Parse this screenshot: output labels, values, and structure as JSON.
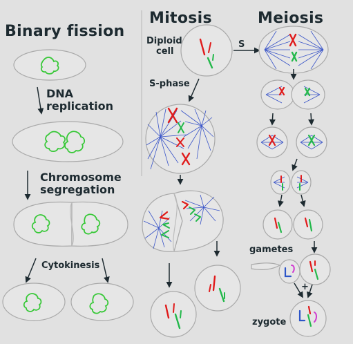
{
  "sections": {
    "binary_fission": "Binary fission",
    "mitosis": "Mitosis",
    "meiosis": "Meiosis"
  },
  "binary_fission_steps": {
    "dna_replication_1": "DNA",
    "dna_replication_2": "replication",
    "chromosome_segregation_1": "Chromosome",
    "chromosome_segregation_2": "segregation",
    "cytokinesis": "Cytokinesis"
  },
  "mitosis_labels": {
    "diploid_1": "Diploid",
    "diploid_2": "cell",
    "s_phase": "S-phase"
  },
  "meiosis_labels": {
    "s": "S",
    "gametes": "gametes",
    "plus": "+",
    "zygote": "zygote"
  },
  "colors": {
    "background": "#e1e1e1",
    "cell_fill": "#e6e6e6",
    "cell_outline": "#a9a9a9",
    "dna": "#37c837",
    "chromosome_red": "#e01b1b",
    "chromosome_green": "#22b84a",
    "spindle": "#3a55c8",
    "sperm_chromosome_blue": "#2d55c8",
    "sperm_chromosome_magenta": "#d03ad0"
  }
}
